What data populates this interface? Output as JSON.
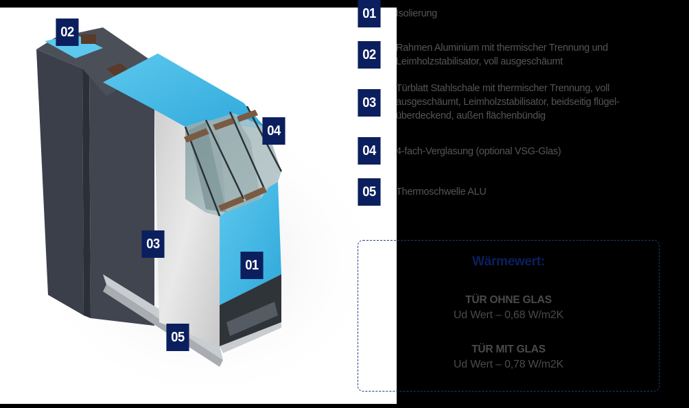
{
  "diagram": {
    "subject": "door-cross-section",
    "callouts": [
      {
        "num": "01",
        "label": "Isolierung"
      },
      {
        "num": "02",
        "label": "Rahmen Aluminium mit thermischer Trennung und"
      },
      {
        "num": "03",
        "label": "Türblatt Stahlschale"
      },
      {
        "num": "04",
        "label": "4-fach-Verglasung"
      },
      {
        "num": "05",
        "label": "Thermoschwelle ALU"
      }
    ]
  },
  "image_badges": {
    "b01": "01",
    "b02": "02",
    "b03": "03",
    "b04": "04",
    "b05": "05"
  },
  "legend": [
    {
      "num": "01",
      "lines": [
        "Isolierung"
      ]
    },
    {
      "num": "02",
      "lines": [
        "Rahmen Aluminium mit thermischer Trennung und",
        "Leimholzstabilisator, voll ausgeschäumt"
      ]
    },
    {
      "num": "03",
      "lines": [
        "Türblatt Stahlschale mit thermischer Trennung, voll",
        "ausgeschäumt, Leimholzstabilisator, beidseitig flügel-",
        "überdeckend, außen flächenbündig"
      ]
    },
    {
      "num": "04",
      "lines": [
        "4-fach-Verglasung (optional VSG-Glas)"
      ]
    },
    {
      "num": "05",
      "lines": [
        "Thermoschwelle ALU"
      ]
    }
  ],
  "info": {
    "title": "Wärmewert:",
    "without_glass_heading": "TÜR OHNE GLAS",
    "without_glass_value": "Ud Wert – 0,68 W/m2K",
    "with_glass_heading": "TÜR MIT GLAS",
    "with_glass_value": "Ud Wert – 0,78 W/m2K"
  },
  "colors": {
    "badge": "#0b1f5e",
    "insulation": "#3fb6e3",
    "frame": "#3a3f4a",
    "steel": "#d9d9d9",
    "text": "#555555"
  }
}
